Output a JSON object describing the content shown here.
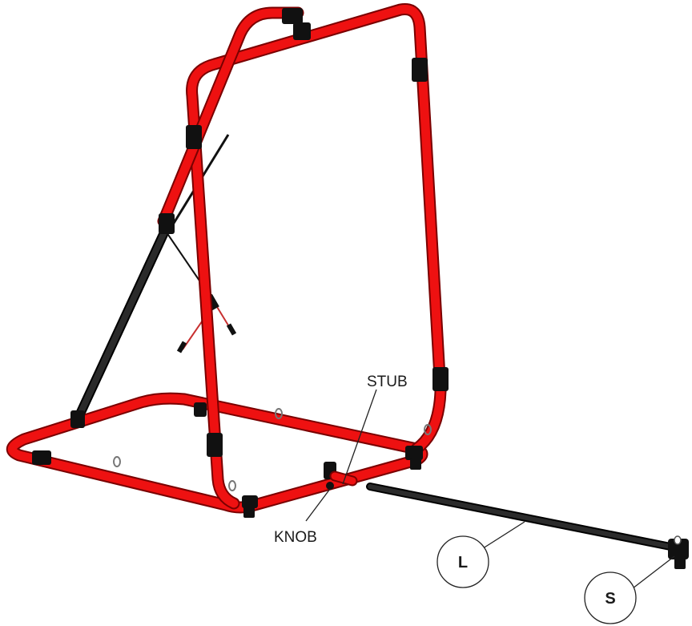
{
  "labels": {
    "stub": "STUB",
    "knob": "KNOB",
    "long_pole": "L",
    "short_pole": "S"
  },
  "colors": {
    "frame_red": "#ee1111",
    "frame_edge": "#7a0000",
    "black_parts": "#111111",
    "leader_line": "#222222",
    "background": "#ffffff"
  }
}
